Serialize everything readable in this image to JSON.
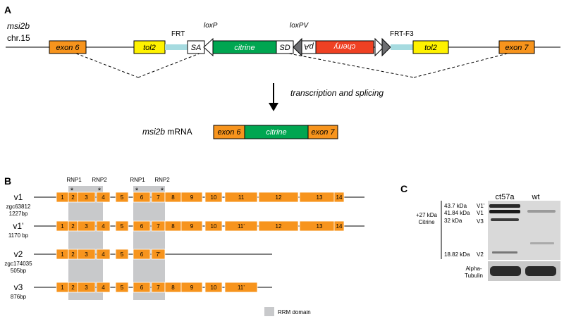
{
  "panelA": {
    "letter": "A",
    "gene": "msi2b",
    "chrom": "chr.15",
    "exon6": "exon 6",
    "exon7": "exon 7",
    "tol2_left": "tol2",
    "tol2_right": "tol2",
    "frt": "FRT",
    "sa": "SA",
    "loxp": "loxP",
    "citrine": "citrine",
    "sd": "SD",
    "loxpv": "loxPV",
    "pa": "pA",
    "cherry": "cherry",
    "frtf3": "FRT-F3",
    "process": "transcription and splicing",
    "mrna_gene": "msi2b",
    "mrna_suffix": " mRNA",
    "mrna_exon6": "exon 6",
    "mrna_citrine": "citrine",
    "mrna_exon7": "exon 7"
  },
  "panelB": {
    "letter": "B",
    "motifs": [
      "RNP1",
      "RNP2",
      "RNP1",
      "RNP2"
    ],
    "asterisk": "*",
    "legend": "RRM domain",
    "variants": [
      {
        "name": "v1",
        "sub": [
          "zgc63812",
          "1227bp"
        ],
        "exons": [
          "1",
          "2",
          "3",
          "4",
          "5",
          "6",
          "7",
          "8",
          "9",
          "10",
          "11",
          "12",
          "13",
          "14"
        ]
      },
      {
        "name": "v1’",
        "sub": [
          "1170 bp"
        ],
        "exons": [
          "1",
          "2",
          "3",
          "4",
          "5",
          "6",
          "7",
          "8",
          "9",
          "10",
          "11’",
          "12",
          "13",
          "14"
        ]
      },
      {
        "name": "v2",
        "sub": [
          "zgc174035",
          "505bp"
        ],
        "exons": [
          "1",
          "2",
          "3",
          "4",
          "5",
          "6",
          "7’"
        ]
      },
      {
        "name": "v3",
        "sub": [
          "876bp"
        ],
        "exons": [
          "1",
          "2",
          "3",
          "4",
          "5",
          "6",
          "7",
          "8",
          "9",
          "10",
          "11’"
        ]
      }
    ]
  },
  "panelC": {
    "letter": "C",
    "lane1": "ct57a",
    "lane2": "wt",
    "citrine_shift": [
      "+27 kDa",
      "Citrine"
    ],
    "markers": [
      "43.7 kDa",
      "41.84 kDa",
      "32 kDa",
      "18.82 kDa"
    ],
    "bands": [
      "V1'",
      "V1",
      "V3",
      "V2"
    ],
    "loading": [
      "Alpha-",
      "Tubulin"
    ]
  },
  "colors": {
    "exon": "#f7941d",
    "exon_outline": "#c46a00",
    "citrine": "#00a651",
    "cherry": "#ef4123",
    "tol2": "#fff200",
    "frt": "#a6dbe0",
    "rrm": "#c8c9cb",
    "lox": "#6d6e71"
  }
}
